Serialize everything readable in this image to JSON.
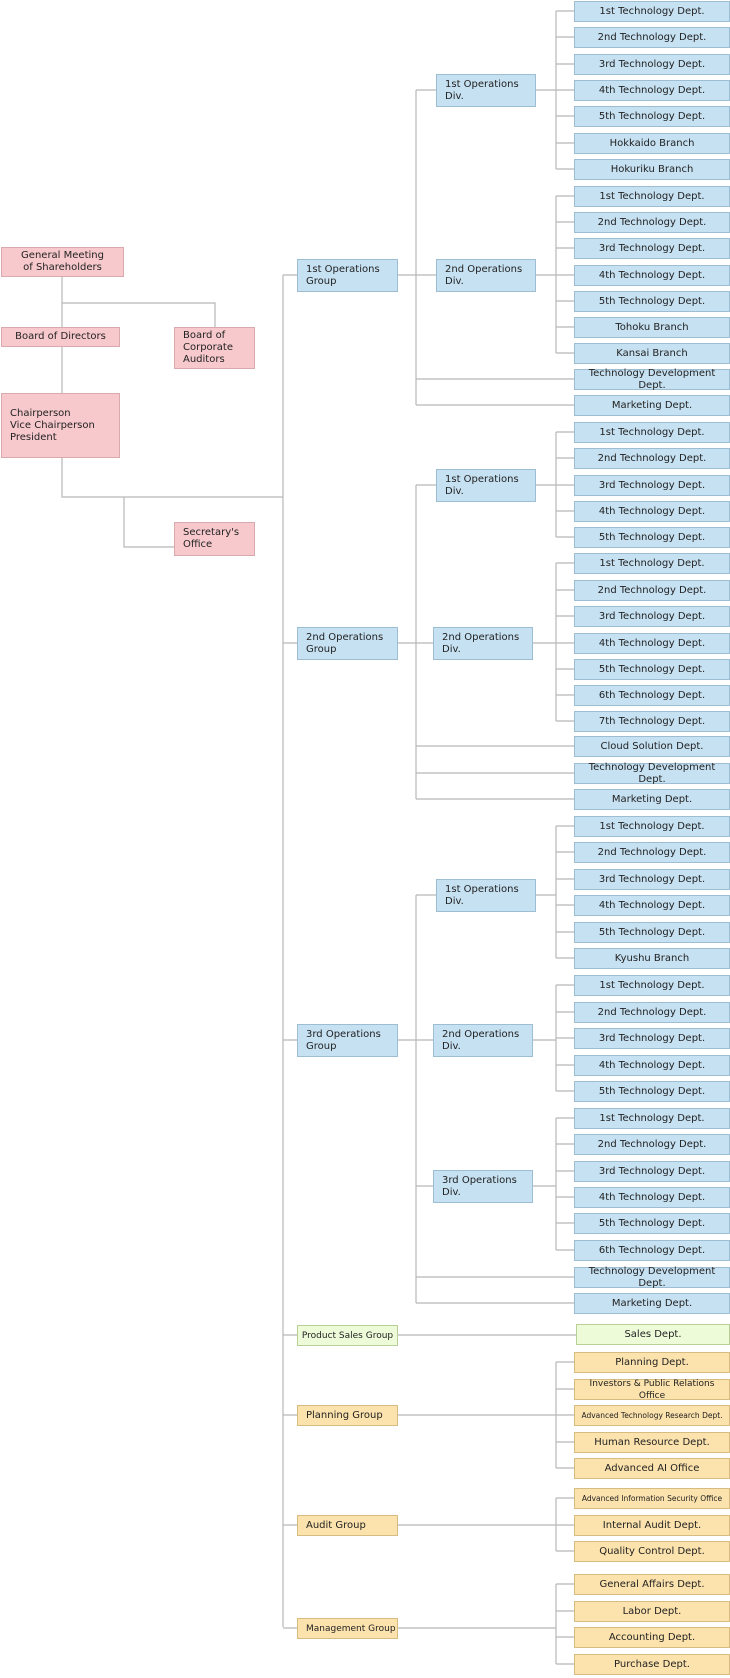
{
  "colors": {
    "line": "#b8b8b8",
    "pink": "#f7c9cc",
    "blue": "#c6e1f2",
    "green": "#eefbd9",
    "orange": "#fce3ad"
  },
  "top": {
    "shareholders": "General Meeting\nof Shareholders",
    "board_directors": "Board of Directors",
    "board_auditors": "Board of\nCorporate\nAuditors",
    "chairperson": "Chairperson\nVice Chairperson\nPresident",
    "secretary": "Secretary's\nOffice"
  },
  "g1": {
    "label": "1st Operations\nGroup",
    "div1": {
      "label": "1st Operations\nDiv.",
      "depts": [
        "1st Technology Dept.",
        "2nd Technology Dept.",
        "3rd Technology Dept.",
        "4th Technology Dept.",
        "5th Technology Dept.",
        "Hokkaido Branch",
        "Hokuriku Branch"
      ]
    },
    "div2": {
      "label": "2nd Operations\nDiv.",
      "depts": [
        "1st Technology Dept.",
        "2nd Technology Dept.",
        "3rd Technology Dept.",
        "4th Technology Dept.",
        "5th Technology Dept.",
        "Tohoku Branch",
        "Kansai Branch"
      ]
    },
    "extra": [
      "Technology Development Dept.",
      "Marketing Dept."
    ]
  },
  "g2": {
    "label": "2nd Operations\nGroup",
    "div1": {
      "label": "1st Operations\nDiv.",
      "depts": [
        "1st Technology Dept.",
        "2nd Technology Dept.",
        "3rd Technology Dept.",
        "4th Technology Dept.",
        "5th Technology Dept."
      ]
    },
    "div2": {
      "label": "2nd Operations\nDiv.",
      "depts": [
        "1st Technology Dept.",
        "2nd Technology Dept.",
        "3rd Technology Dept.",
        "4th Technology Dept.",
        "5th Technology Dept.",
        "6th Technology Dept.",
        "7th Technology Dept."
      ]
    },
    "extra": [
      "Cloud Solution Dept.",
      "Technology Development Dept.",
      "Marketing Dept."
    ]
  },
  "g3": {
    "label": "3rd Operations\nGroup",
    "div1": {
      "label": "1st Operations\nDiv.",
      "depts": [
        "1st Technology Dept.",
        "2nd Technology Dept.",
        "3rd Technology Dept.",
        "4th Technology Dept.",
        "5th Technology Dept.",
        "Kyushu Branch"
      ]
    },
    "div2": {
      "label": "2nd Operations\nDiv.",
      "depts": [
        "1st Technology Dept.",
        "2nd Technology Dept.",
        "3rd Technology Dept.",
        "4th Technology Dept.",
        "5th Technology Dept."
      ]
    },
    "div3": {
      "label": "3rd Operations\nDiv.",
      "depts": [
        "1st Technology Dept.",
        "2nd Technology Dept.",
        "3rd Technology Dept.",
        "4th Technology Dept.",
        "5th Technology Dept.",
        "6th Technology Dept."
      ]
    },
    "extra": [
      "Technology Development Dept.",
      "Marketing Dept."
    ]
  },
  "product_sales": {
    "label": "Product Sales Group",
    "depts": [
      "Sales Dept."
    ]
  },
  "planning": {
    "label": "Planning Group",
    "depts": [
      "Planning Dept.",
      "Investors & Public Relations Office",
      "Advanced Technology Research Dept.",
      "Human Resource Dept.",
      "Advanced AI Office"
    ]
  },
  "audit": {
    "label": "Audit Group",
    "depts": [
      "Advanced Information Security Office",
      "Internal Audit Dept.",
      "Quality Control Dept."
    ]
  },
  "management": {
    "label": "Management Group",
    "depts": [
      "General Affairs Dept.",
      "Labor Dept.",
      "Accounting Dept.",
      "Purchase Dept."
    ]
  }
}
